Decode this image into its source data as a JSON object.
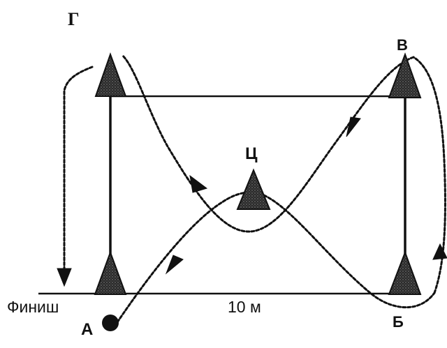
{
  "labels": {
    "g": "Г",
    "v": "В",
    "ts": "Ц",
    "b": "Б",
    "a": "А",
    "finish": "Финиш",
    "distance": "10 м"
  },
  "colors": {
    "ink": "#111111",
    "cone_fill": "#2a2a2a",
    "background": "#ffffff"
  }
}
